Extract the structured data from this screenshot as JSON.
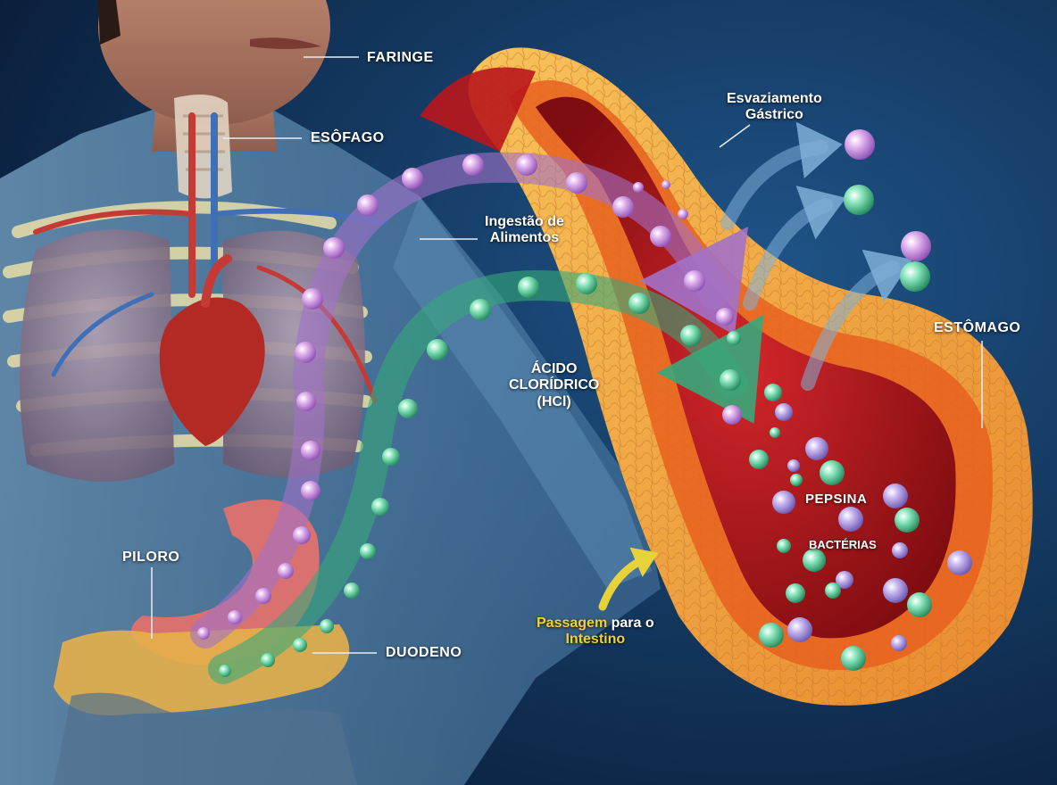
{
  "labels": {
    "faringe": "FARINGE",
    "esofago": "ESÔFAGO",
    "ingestao_line1": "Ingestão de",
    "ingestao_line2": "Alimentos",
    "esvaziamento_line1": "Esvaziamento",
    "esvaziamento_line2": "Gástrico",
    "acido_line1": "ÁCIDO",
    "acido_line2": "CLORÍDRICO",
    "acido_line3": "(HCl)",
    "estomago": "ESTÔMAGO",
    "pepsina": "PEPSINA",
    "bacterias": "BACTÉRIAS",
    "piloro": "PILORO",
    "duodeno": "DUODENO",
    "passagem_word": "Passagem",
    "passagem_para_o": " para o",
    "intestino": "Intestino"
  },
  "colors": {
    "background": "#0d2a4e",
    "text": "#ffffff",
    "highlight": "#f3cf2f",
    "purple_flow": "#b98ad9",
    "green_flow": "#3fb98a",
    "stomach_wall": "#f2a23a",
    "stomach_lumen": "#b9161c",
    "heart": "#b32a25"
  }
}
